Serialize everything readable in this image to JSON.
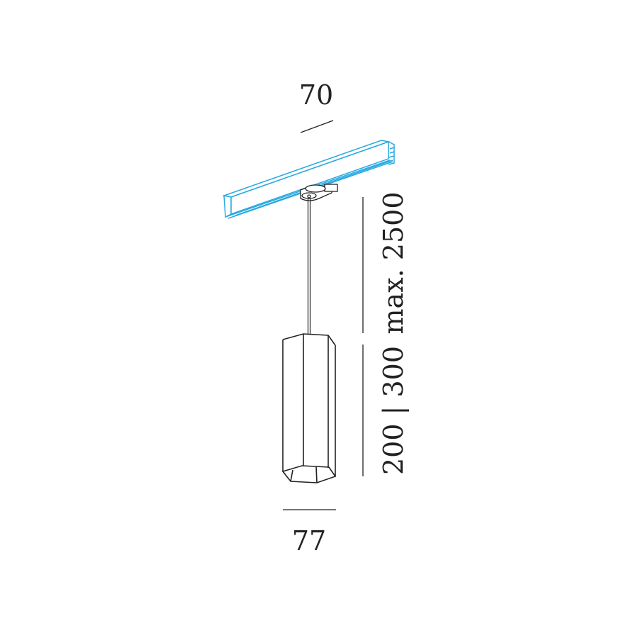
{
  "dimensions": {
    "track_width": "70",
    "cable_length": "max. 2500",
    "body_height": "200 | 300",
    "body_width": "77"
  },
  "colors": {
    "track": "#29a9e0",
    "line": "#222222"
  }
}
